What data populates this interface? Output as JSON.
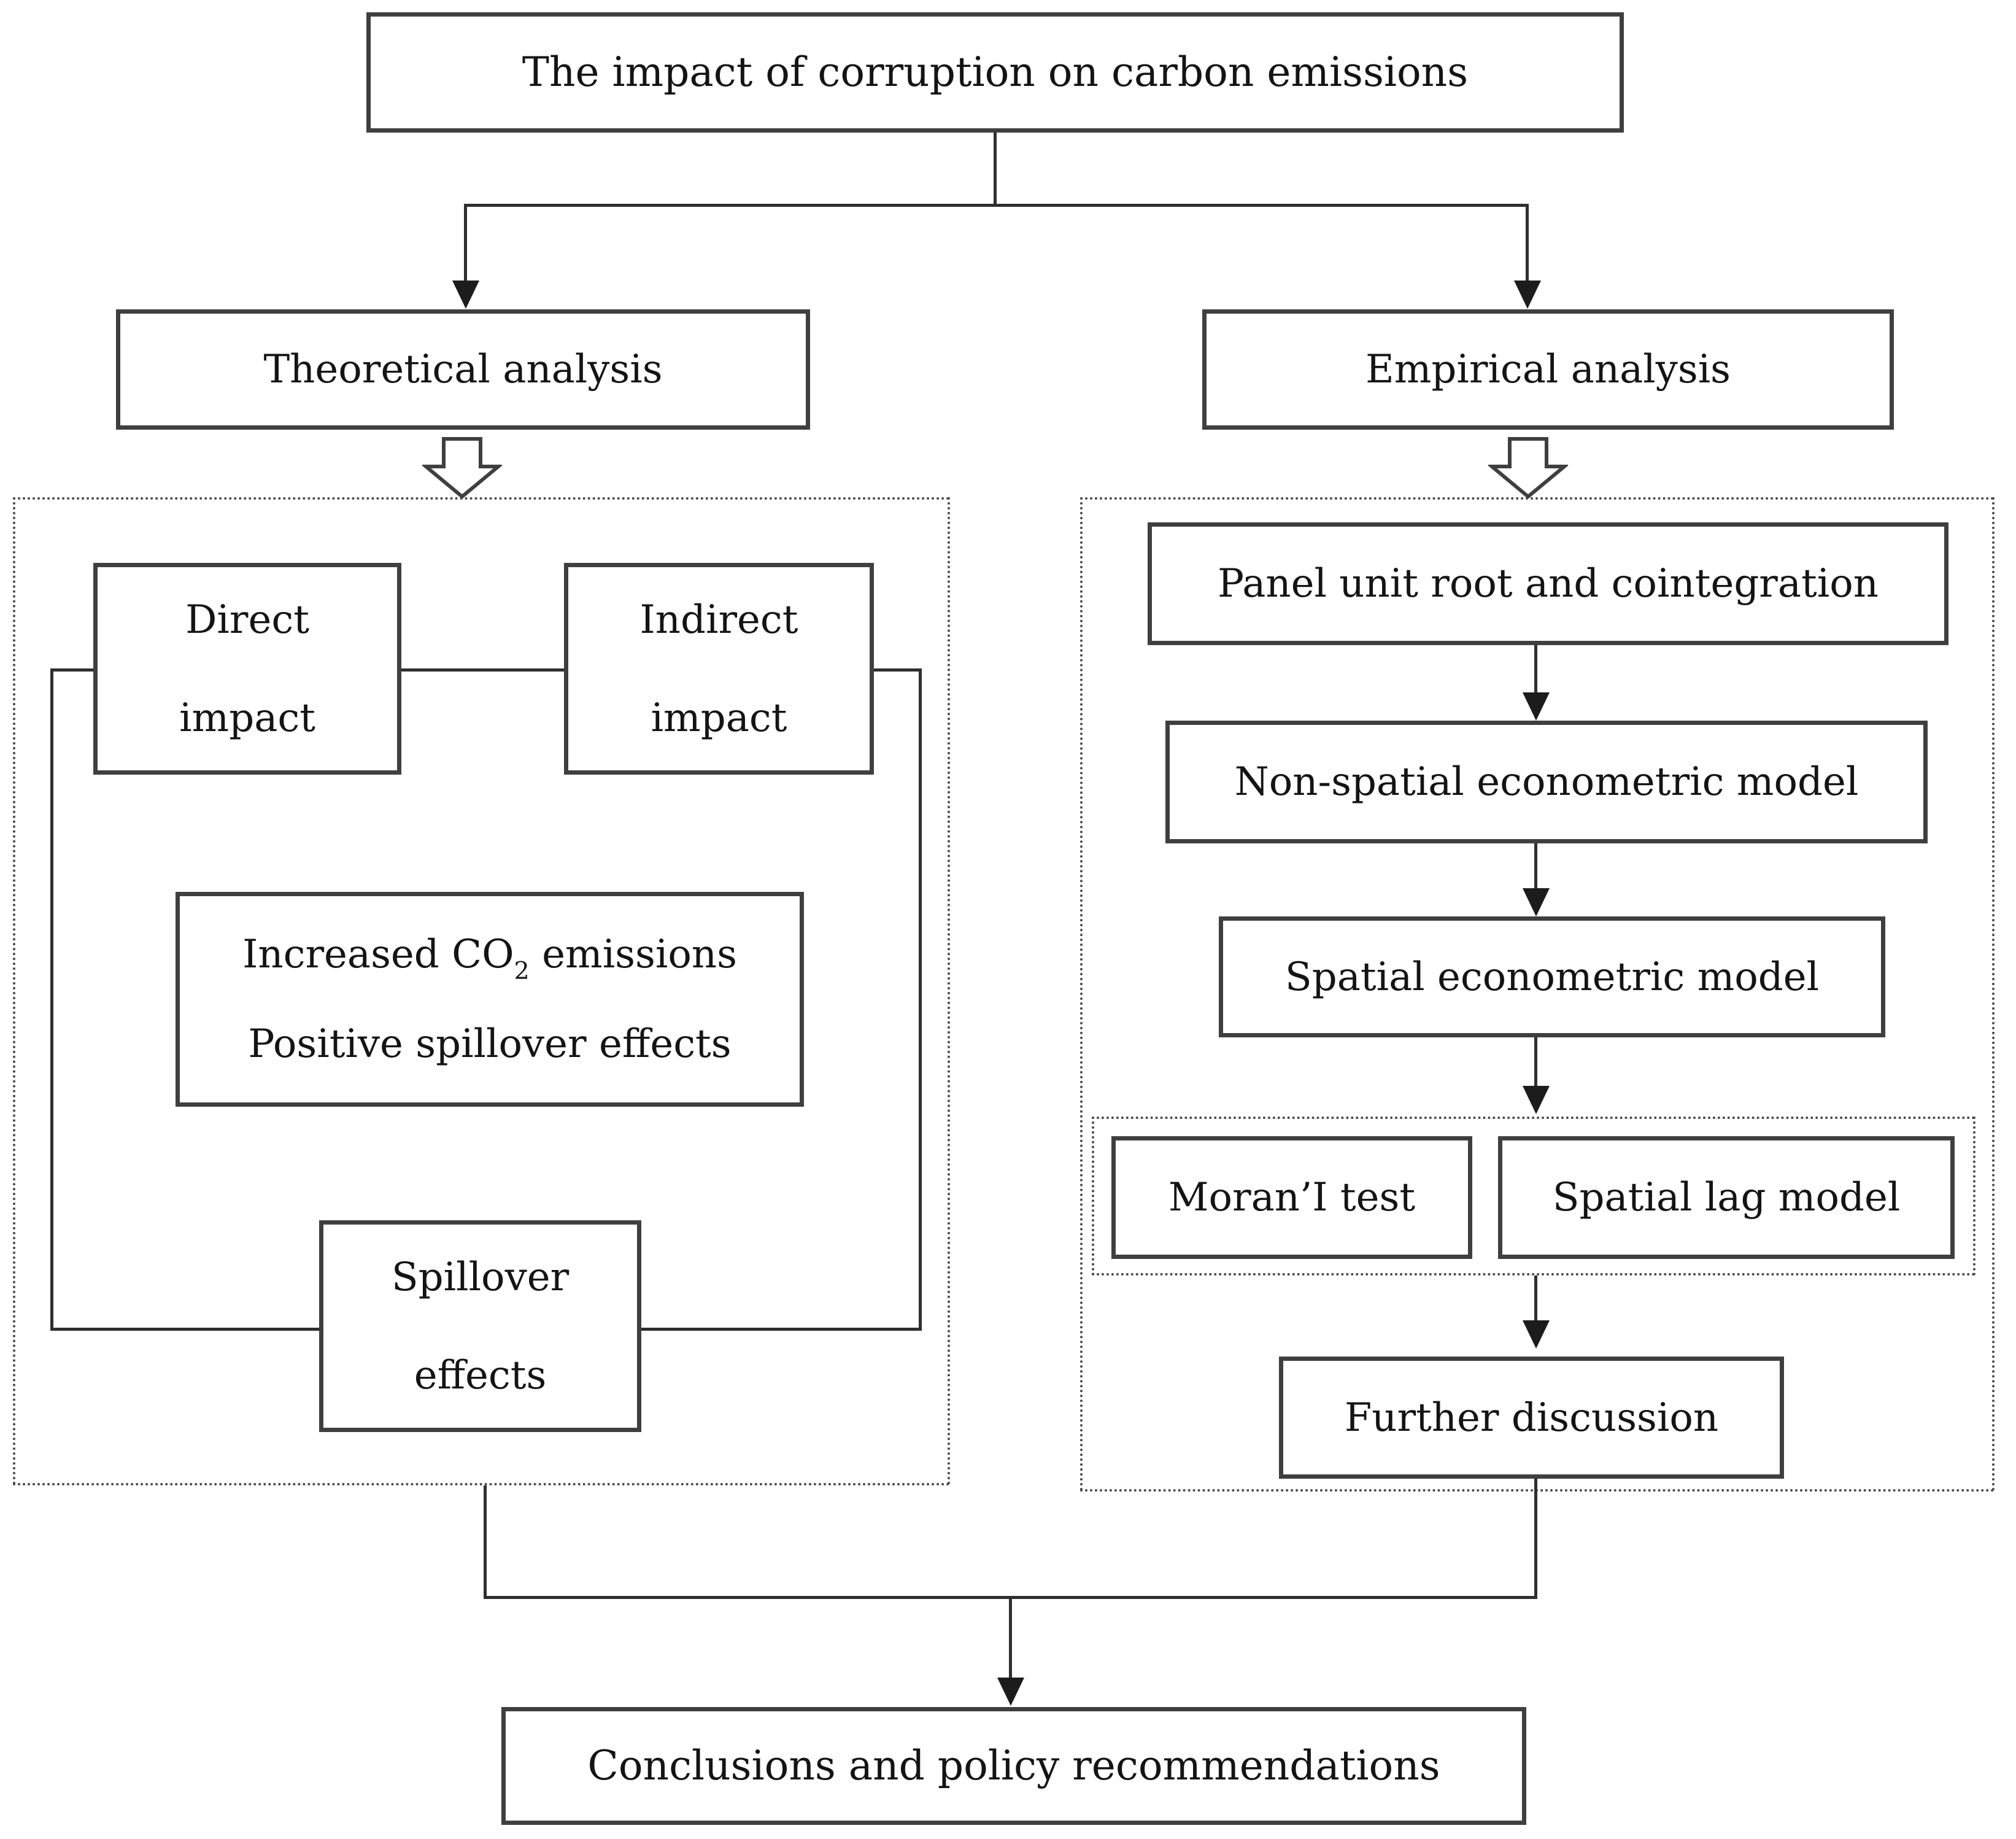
{
  "diagram": {
    "title": "The impact of corruption on carbon emissions",
    "theoretical": {
      "label": "Theoretical analysis",
      "direct": {
        "line1": "Direct",
        "line2": "impact"
      },
      "indirect": {
        "line1": "Indirect",
        "line2": "impact"
      },
      "co2": {
        "line1_prefix": "Increased CO",
        "line1_sub": "2",
        "line1_suffix": " emissions",
        "line2": "Positive spillover effects"
      },
      "spillover": {
        "line1": "Spillover",
        "line2": "effects"
      }
    },
    "empirical": {
      "label": "Empirical analysis",
      "steps": [
        "Panel unit root and cointegration",
        "Non-spatial econometric model",
        "Spatial econometric model"
      ],
      "moran_label": "Moran’I test",
      "slm_label": "Spatial lag model",
      "further_label": "Further discussion"
    },
    "conclusion": "Conclusions and policy recommendations"
  },
  "colors": {
    "line": "#2f2f2f",
    "border": "#3f3f3f",
    "text": "#141414",
    "background": "#ffffff"
  }
}
